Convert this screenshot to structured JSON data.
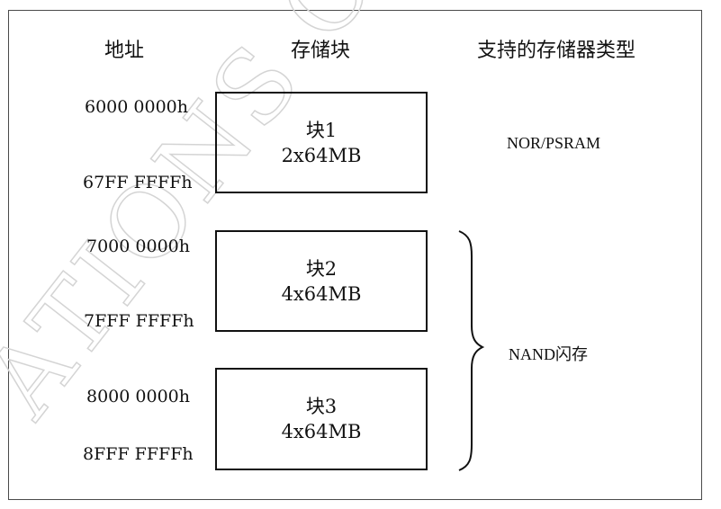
{
  "watermark": "ATIONS CO",
  "headers": {
    "address": "地址",
    "block": "存储块",
    "memory_type": "支持的存储器类型"
  },
  "rows": [
    {
      "start": "6000 0000h",
      "end": "67FF FFFFh",
      "block_name": "块1",
      "block_size": "2x64MB"
    },
    {
      "start": "7000 0000h",
      "end": "7FFF FFFFh",
      "block_name": "块2",
      "block_size": "4x64MB"
    },
    {
      "start": "8000 0000h",
      "end": "8FFF FFFFh",
      "block_name": "块3",
      "block_size": "4x64MB"
    }
  ],
  "types": {
    "nor_psram": "NOR/PSRAM",
    "nand": "NAND闪存"
  }
}
